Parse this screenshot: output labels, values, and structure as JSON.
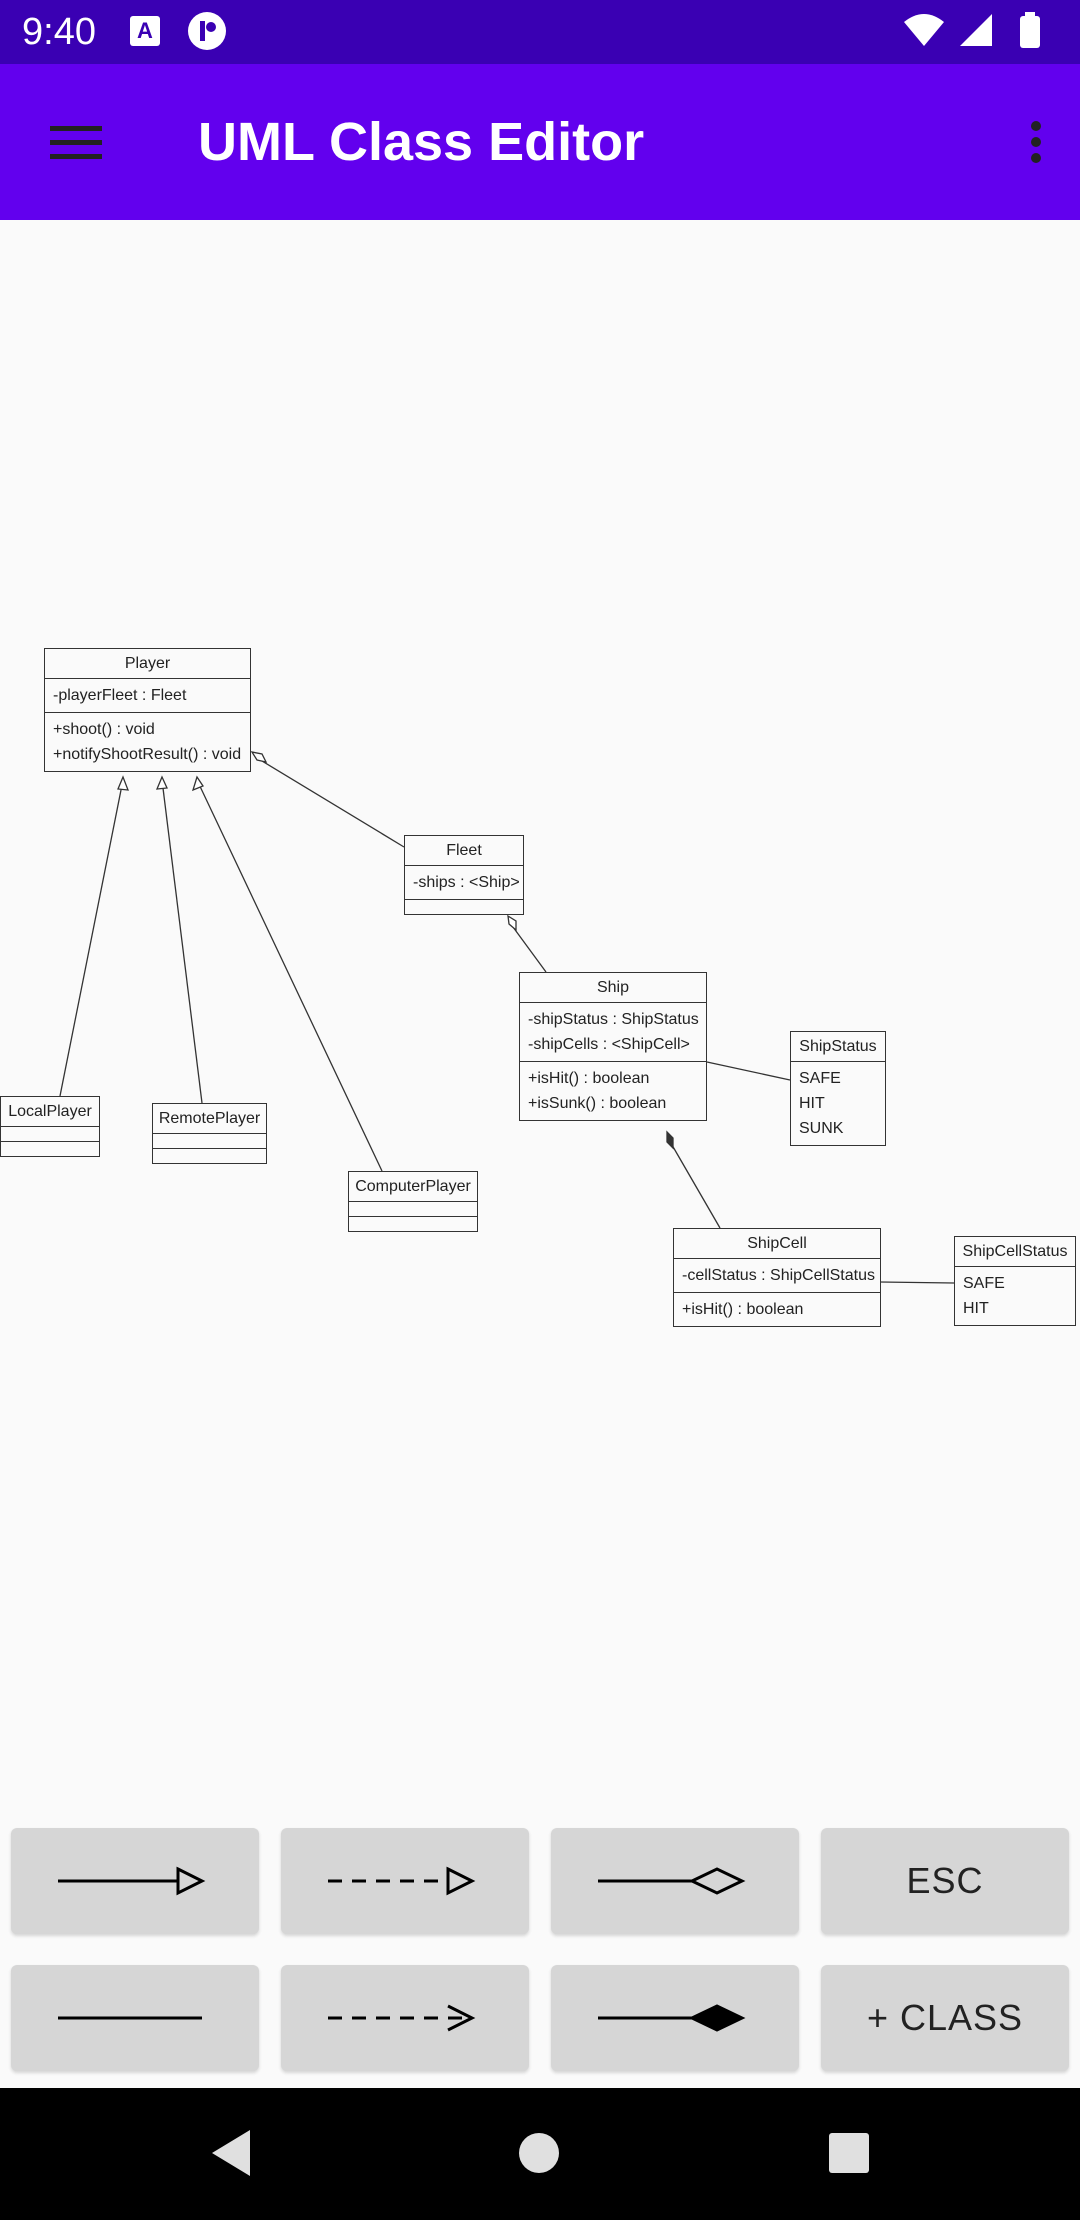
{
  "status_bar": {
    "time": "9:40",
    "notification_badge": "A"
  },
  "app_bar": {
    "title": "UML Class Editor"
  },
  "classes": [
    {
      "name": "Player",
      "attributes": [
        "-playerFleet : Fleet"
      ],
      "methods": [
        "+shoot() : void",
        "+notifyShootResult() : void"
      ]
    },
    {
      "name": "Fleet",
      "attributes": [
        "-ships : <Ship>"
      ],
      "methods": []
    },
    {
      "name": "Ship",
      "attributes": [
        "-shipStatus : ShipStatus",
        "-shipCells : <ShipCell>"
      ],
      "methods": [
        "+isHit() : boolean",
        "+isSunk() : boolean"
      ]
    },
    {
      "name": "ShipStatus",
      "attributes": [
        "SAFE",
        "HIT",
        "SUNK"
      ]
    },
    {
      "name": "LocalPlayer",
      "attributes": [],
      "methods": []
    },
    {
      "name": "RemotePlayer",
      "attributes": [],
      "methods": []
    },
    {
      "name": "ComputerPlayer",
      "attributes": [],
      "methods": []
    },
    {
      "name": "ShipCell",
      "attributes": [
        "-cellStatus : ShipCellStatus"
      ],
      "methods": [
        "+isHit() : boolean"
      ]
    },
    {
      "name": "ShipCellStatus",
      "attributes": [
        "SAFE",
        "HIT"
      ]
    }
  ],
  "toolbar": {
    "tools": [
      "inheritance-arrow",
      "realization-arrow",
      "aggregation",
      "association",
      "dependency-arrow",
      "composition"
    ],
    "esc_label": "ESC",
    "add_class_label": "+ CLASS"
  },
  "colors": {
    "status_bar": "#3a00b3",
    "app_bar": "#6200ee",
    "tool_button": "#d6d6d6"
  }
}
